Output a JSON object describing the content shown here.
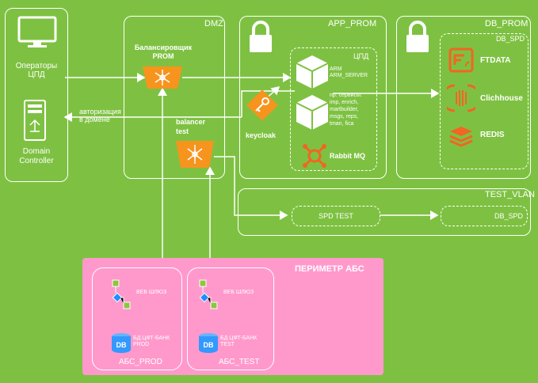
{
  "zones": {
    "dmz": "DMZ",
    "app_prom": "APP_PROM",
    "db_prom": "DB_PROM",
    "db_spd": "DB_SPD",
    "cpd": "ЦПД",
    "test_vlan": "TEST_VLAN",
    "perimeter": "ПЕРИМЕТР АБС",
    "abs_prod": "АБС_PROD",
    "abs_test": "АБС_TEST"
  },
  "nodes": {
    "operators": "Операторы\nЦПД",
    "domain_controller": "Domain\nController",
    "balancer_prom": "Балансировщик\nPROM",
    "balancer_test": "balancer\ntest",
    "auth_label": "авторизация\nв домене",
    "keycloak": "keycloak",
    "arm": "ARM\nARM_SERVER",
    "services": "пр. сервисы:\nimp, enrich,\nmartbuilder,\nmsgs, reps,\ntman, fica",
    "rabbit": "Rabbit MQ",
    "ftdata": "FTDATA",
    "clickhouse": "Clichhouse",
    "redis": "REDIS",
    "spd_test": "SPD TEST",
    "db_spd_test": "DB_SPD",
    "web_gw_prod": "ВЕБ ШЛЮЗ",
    "web_gw_test": "ВЕБ ШЛЮЗ",
    "db_prod": "БД ЦФТ-БАНК\nPROD",
    "db_test": "БД ЦФТ-БАНК\nTEST",
    "db_icon_text": "DB"
  },
  "colors": {
    "background": "#7ec142",
    "balancer": "#f7941d",
    "keycloak": "#f7941d",
    "perimeter": "#ff99cc",
    "db_icon": "#3399ff",
    "ftdata": "#f26522",
    "rabbit": "#f26522"
  },
  "icons": [
    "monitor-icon",
    "server-icon",
    "lock-icon",
    "balancer-icon",
    "key-icon",
    "cube-icon",
    "rabbitmq-icon",
    "ftdata-icon",
    "clickhouse-icon",
    "redis-icon",
    "web-gateway-icon",
    "database-icon"
  ]
}
